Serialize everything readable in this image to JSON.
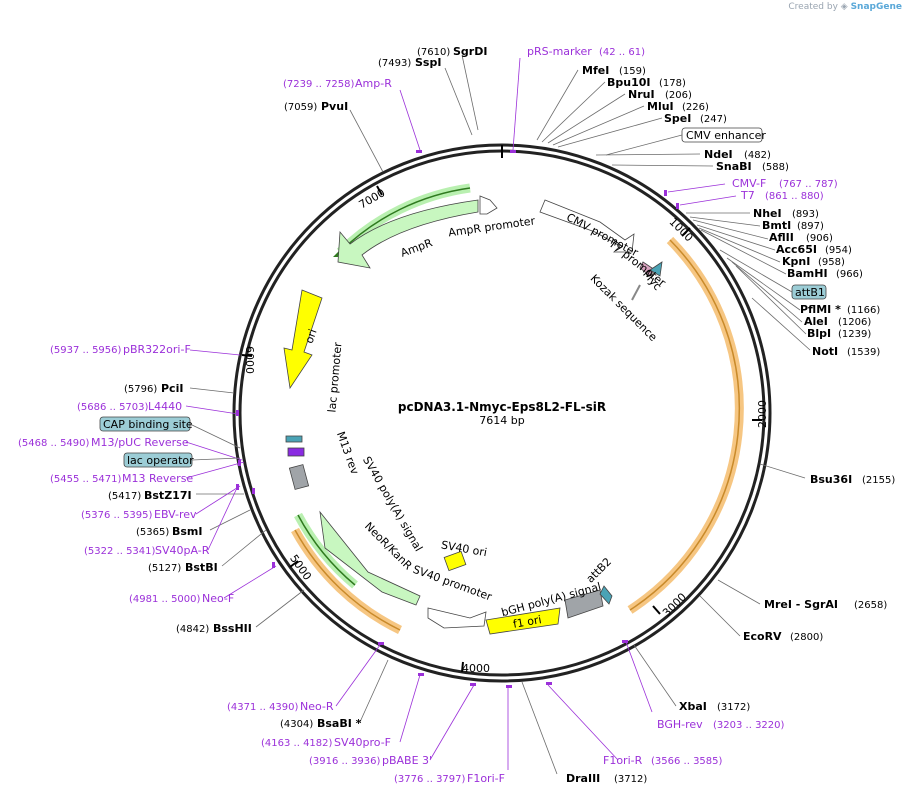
{
  "credit": {
    "prefix": "Created by",
    "brand": "SnapGene"
  },
  "plasmid": {
    "name": "pcDNA3.1-Nmyc-Eps8L2-FL-siR",
    "length_label": "7614 bp",
    "length": 7614
  },
  "ticks": [
    "1000",
    "2000",
    "3000",
    "4000",
    "5000",
    "6000",
    "7000"
  ],
  "enzymes": [
    {
      "name": "SgrDI",
      "pos": "(7610)"
    },
    {
      "name": "SspI",
      "pos": "(7493)"
    },
    {
      "name": "PvuI",
      "pos": "(7059)"
    },
    {
      "name": "MfeI",
      "pos": "(159)"
    },
    {
      "name": "Bpu10I",
      "pos": "(178)"
    },
    {
      "name": "NruI",
      "pos": "(206)"
    },
    {
      "name": "MluI",
      "pos": "(226)"
    },
    {
      "name": "SpeI",
      "pos": "(247)"
    },
    {
      "name": "NdeI",
      "pos": "(482)"
    },
    {
      "name": "SnaBI",
      "pos": "(588)"
    },
    {
      "name": "NheI",
      "pos": "(893)"
    },
    {
      "name": "BmtI",
      "pos": "(897)"
    },
    {
      "name": "AflII",
      "pos": "(906)"
    },
    {
      "name": "Acc65I",
      "pos": "(954)"
    },
    {
      "name": "KpnI",
      "pos": "(958)"
    },
    {
      "name": "BamHI",
      "pos": "(966)"
    },
    {
      "name": "PflMI *",
      "pos": "(1166)"
    },
    {
      "name": "AleI",
      "pos": "(1206)"
    },
    {
      "name": "BlpI",
      "pos": "(1239)"
    },
    {
      "name": "NotI",
      "pos": "(1539)"
    },
    {
      "name": "Bsu36I",
      "pos": "(2155)"
    },
    {
      "name": "MreI - SgrAI",
      "pos": "(2658)"
    },
    {
      "name": "EcoRV",
      "pos": "(2800)"
    },
    {
      "name": "XbaI",
      "pos": "(3172)"
    },
    {
      "name": "DraIII",
      "pos": "(3712)"
    },
    {
      "name": "BsaBI *",
      "pos": "(4304)"
    },
    {
      "name": "BssHII",
      "pos": "(4842)"
    },
    {
      "name": "BstBI",
      "pos": "(5127)"
    },
    {
      "name": "BsmI",
      "pos": "(5365)"
    },
    {
      "name": "BstZ17I",
      "pos": "(5417)"
    },
    {
      "name": "PciI",
      "pos": "(5796)"
    }
  ],
  "primers": [
    {
      "name": "pRS-marker",
      "pos": "(42 .. 61)"
    },
    {
      "name": "Amp-R",
      "pos": "(7239 .. 7258)"
    },
    {
      "name": "CMV-F",
      "pos": "(767 .. 787)"
    },
    {
      "name": "T7",
      "pos": "(861 .. 880)"
    },
    {
      "name": "pBR322ori-F",
      "pos": "(5937 .. 5956)"
    },
    {
      "name": "L4440",
      "pos": "(5686 .. 5703)"
    },
    {
      "name": "M13/pUC Reverse",
      "pos": "(5468 .. 5490)"
    },
    {
      "name": "M13 Reverse",
      "pos": "(5455 .. 5471)"
    },
    {
      "name": "EBV-rev",
      "pos": "(5376 .. 5395)"
    },
    {
      "name": "SV40pA-R",
      "pos": "(5322 .. 5341)"
    },
    {
      "name": "Neo-F",
      "pos": "(4981 .. 5000)"
    },
    {
      "name": "Neo-R",
      "pos": "(4371 .. 4390)"
    },
    {
      "name": "SV40pro-F",
      "pos": "(4163 .. 4182)"
    },
    {
      "name": "pBABE 3'",
      "pos": "(3916 .. 3936)"
    },
    {
      "name": "F1ori-F",
      "pos": "(3776 .. 3797)"
    },
    {
      "name": "F1ori-R",
      "pos": "(3566 .. 3585)"
    },
    {
      "name": "BGH-rev",
      "pos": "(3203 .. 3220)"
    }
  ],
  "boxed_features": [
    "CMV enhancer",
    "attB1",
    "CAP binding site",
    "lac operator"
  ],
  "features": [
    "AmpR promoter",
    "AmpR",
    "ori",
    "lac promoter",
    "M13 rev",
    "SV40 poly(A) signal",
    "NeoR/KanR",
    "SV40 ori",
    "SV40 promoter",
    "f1 ori",
    "bGH poly(A) signal",
    "attB2",
    "CMV promoter",
    "T7 promoter",
    "Myc",
    "Kozak sequence"
  ],
  "colors": {
    "backbone": "#333333",
    "primer": "#9b30d9",
    "amp": "#c8f7c0",
    "ori": "#ffff00",
    "promoter": "#ffffff",
    "insert": "#f5b041",
    "gray": "#a0a4a8",
    "teal": "#4aa3b5"
  }
}
